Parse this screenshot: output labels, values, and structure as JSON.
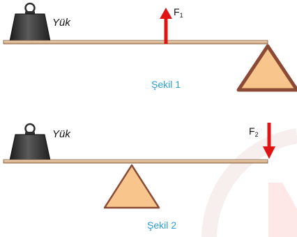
{
  "figure_1": {
    "load_label": "Yük",
    "force_symbol": "F",
    "force_subscript": "1",
    "force_direction": "up",
    "caption": "Şekil 1"
  },
  "figure_2": {
    "load_label": "Yük",
    "force_symbol": "F",
    "force_subscript": "2",
    "force_direction": "down",
    "caption": "Şekil 2"
  },
  "colors": {
    "beam": "#e8c7a4",
    "beam_edge": "#7d5b3c",
    "fulcrum_fill": "#f8c58c",
    "fulcrum_edge": "#8b4a35",
    "arrow": "#e01414",
    "weight": "#3a3a3a",
    "caption": "#2a9fd6",
    "watermark": "#fbe3e3"
  },
  "icons": {
    "load": "weight-icon",
    "fulcrum": "triangle-fulcrum-icon",
    "force": "arrow-icon"
  }
}
